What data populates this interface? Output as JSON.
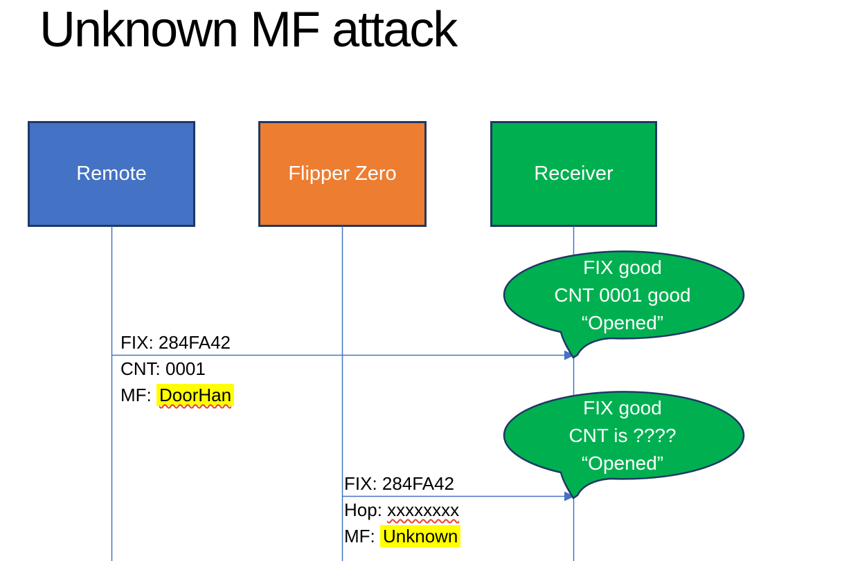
{
  "slide": {
    "title": "Unknown MF attack",
    "background": "#FFFFFF"
  },
  "actors": [
    {
      "label": "Remote",
      "fill": "#4472C4"
    },
    {
      "label": "Flipper Zero",
      "fill": "#ED7D31"
    },
    {
      "label": "Receiver",
      "fill": "#00B050"
    }
  ],
  "messages": [
    {
      "from": "Remote",
      "to": "Receiver",
      "line1": "FIX: 284FA42",
      "line2": "CNT: 0001",
      "line3_prefix": "MF: ",
      "line3_value": "DoorHan"
    },
    {
      "from": "Flipper Zero",
      "to": "Receiver",
      "line1": "FIX: 284FA42",
      "line2_prefix": "Hop: ",
      "line2_value": "xxxxxxxx",
      "line3_prefix": "MF: ",
      "line3_value": "Unknown"
    }
  ],
  "bubbles": [
    {
      "speaker": "Receiver",
      "line1": "FIX good",
      "line2": "CNT 0001 good",
      "line3": "“Opened”"
    },
    {
      "speaker": "Receiver",
      "line1": "FIX good",
      "line2": "CNT is ????",
      "line3": "“Opened”"
    }
  ],
  "colors": {
    "shape_outline": "#1F3864",
    "connector": "#4472C4",
    "bubble_fill": "#00B050",
    "highlight": "#FFFF00",
    "squiggle": "#E8402A",
    "actor_text": "#FFFFFF",
    "bubble_text": "#FFFFFF",
    "label_text": "#000000",
    "title_text": "#000000"
  }
}
